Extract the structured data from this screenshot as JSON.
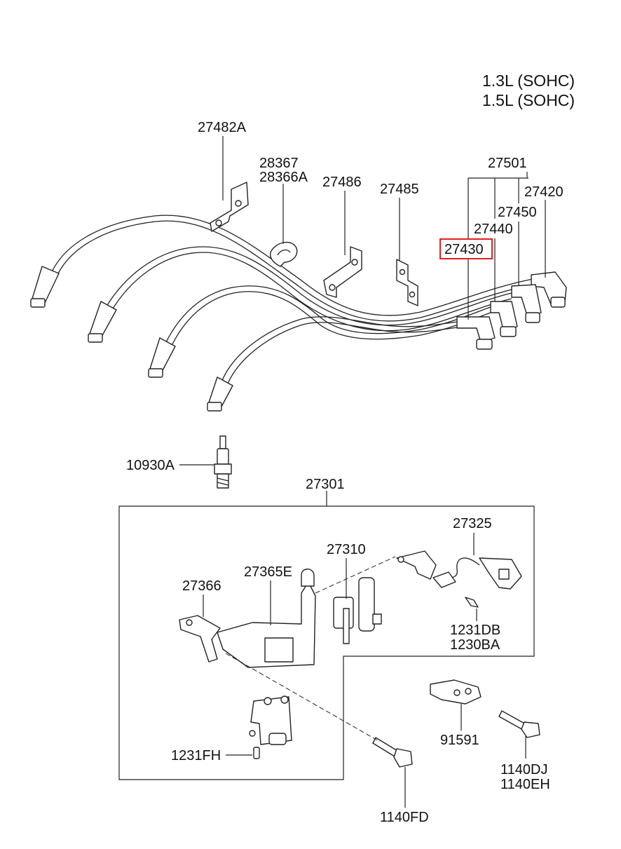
{
  "engine": {
    "line1": "1.3L (SOHC)",
    "line2": "1.5L (SOHC)"
  },
  "labels": {
    "p27482A": "27482A",
    "p28367": "28367",
    "p28366A": "28366A",
    "p27486": "27486",
    "p27485": "27485",
    "p27501": "27501",
    "p27420": "27420",
    "p27450": "27450",
    "p27440": "27440",
    "p27430": "27430",
    "p10930A": "10930A",
    "p27301": "27301",
    "p27325": "27325",
    "p27310": "27310",
    "p27365E": "27365E",
    "p27366": "27366",
    "p1231DB": "1231DB",
    "p1230BA": "1230BA",
    "p91591": "91591",
    "p1231FH": "1231FH",
    "p1140DJ": "1140DJ",
    "p1140EH": "1140EH",
    "p1140FD": "1140FD"
  },
  "highlight": {
    "part": "27430",
    "color": "#e02020"
  }
}
